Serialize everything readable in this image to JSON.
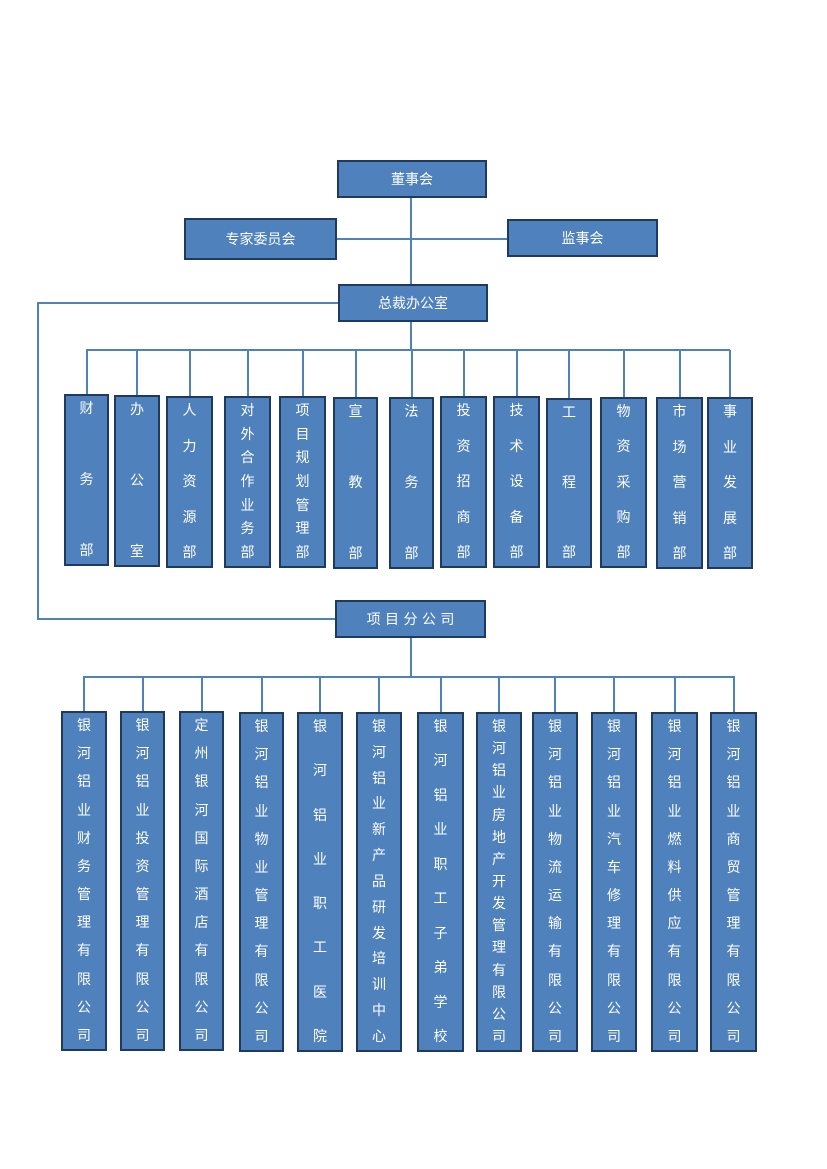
{
  "colors": {
    "box_fill": "#4f81bd",
    "box_border": "#1f3a5c",
    "line": "#4f81bd",
    "text": "#ffffff"
  },
  "top": {
    "board": "董事会",
    "experts": "专家委员会",
    "supervisors": "监事会",
    "president_office": "总裁办公室",
    "project_branch": "项 目 分 公 司"
  },
  "departments": [
    {
      "label": "财务部",
      "layout": "spread"
    },
    {
      "label": "办公室",
      "layout": "spread"
    },
    {
      "label": "人力资源部",
      "layout": "stack"
    },
    {
      "label": "对外合作业务部",
      "layout": "stack"
    },
    {
      "label": "项目规划管理部",
      "layout": "stack"
    },
    {
      "label": "宣教部",
      "layout": "spread"
    },
    {
      "label": "法务部",
      "layout": "spread"
    },
    {
      "label": "投资招商部",
      "layout": "stack"
    },
    {
      "label": "技术设备部",
      "layout": "stack"
    },
    {
      "label": "工程部",
      "layout": "spread"
    },
    {
      "label": "物资采购部",
      "layout": "stack"
    },
    {
      "label": "市场营销部",
      "layout": "stack"
    },
    {
      "label": "事业发展部",
      "layout": "stack"
    }
  ],
  "companies": [
    {
      "label": "银河铝业财务管理有限公司",
      "layout": "stack"
    },
    {
      "label": "银河铝业投资管理有限公司",
      "layout": "stack"
    },
    {
      "label": "定州银河国际酒店有限公司",
      "layout": "stack"
    },
    {
      "label": "银河铝业物业管理有限公司",
      "layout": "stack"
    },
    {
      "label": "银河铝业职工医院",
      "layout": "spread"
    },
    {
      "label": "银河铝业新产品研发培训中心",
      "layout": "stack"
    },
    {
      "label": "银河铝业职工子弟学校",
      "layout": "spread"
    },
    {
      "label": "银河铝业房地产开发管理有限公司",
      "layout": "stack"
    },
    {
      "label": "银河铝业物流运输有限公司",
      "layout": "stack"
    },
    {
      "label": "银河铝业汽车修理有限公司",
      "layout": "stack"
    },
    {
      "label": "银河铝业燃料供应有限公司",
      "layout": "stack"
    },
    {
      "label": "银河铝业商贸管理有限公司",
      "layout": "stack"
    }
  ]
}
